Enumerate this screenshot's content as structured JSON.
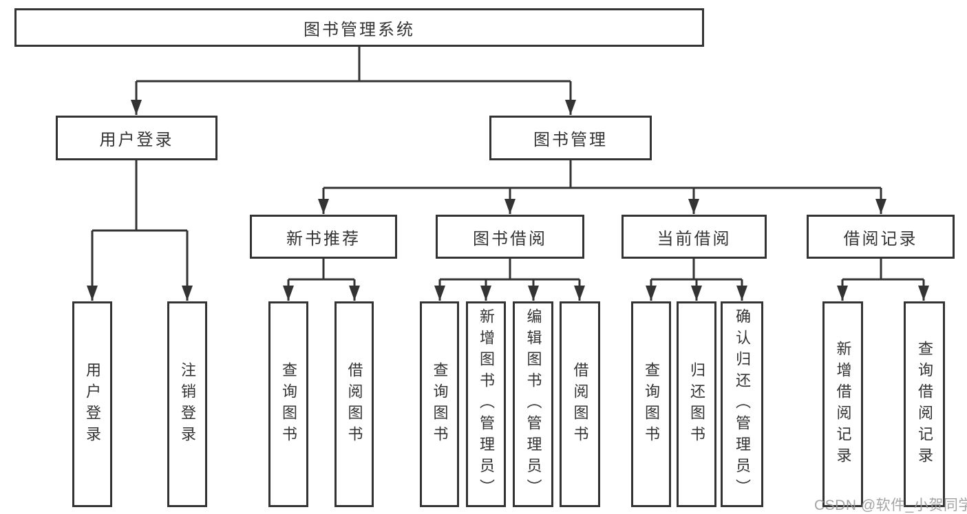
{
  "diagram": {
    "type": "hierarchy-tree",
    "watermark": "CSDN @软件_小贺同学",
    "colors": {
      "line": "#333333",
      "box_border": "#333333",
      "text": "#333333",
      "background": "#ffffff",
      "watermark": "#9b9b9b"
    },
    "root": {
      "label": "图书管理系统"
    },
    "branches": [
      {
        "label": "用户登录",
        "children": [
          {
            "label": "用户登录"
          },
          {
            "label": "注销登录"
          }
        ]
      },
      {
        "label": "图书管理",
        "children": [
          {
            "label": "新书推荐",
            "children": [
              {
                "label": "查询图书"
              },
              {
                "label": "借阅图书"
              }
            ]
          },
          {
            "label": "图书借阅",
            "children": [
              {
                "label": "查询图书"
              },
              {
                "label": "新增图书（管理员）"
              },
              {
                "label": "编辑图书（管理员）"
              },
              {
                "label": "借阅图书"
              }
            ]
          },
          {
            "label": "当前借阅",
            "children": [
              {
                "label": "查询图书"
              },
              {
                "label": "归还图书"
              },
              {
                "label": "确认归还（管理员）"
              }
            ]
          },
          {
            "label": "借阅记录",
            "children": [
              {
                "label": "新增借阅记录"
              },
              {
                "label": "查询借阅记录"
              }
            ]
          }
        ]
      }
    ]
  }
}
